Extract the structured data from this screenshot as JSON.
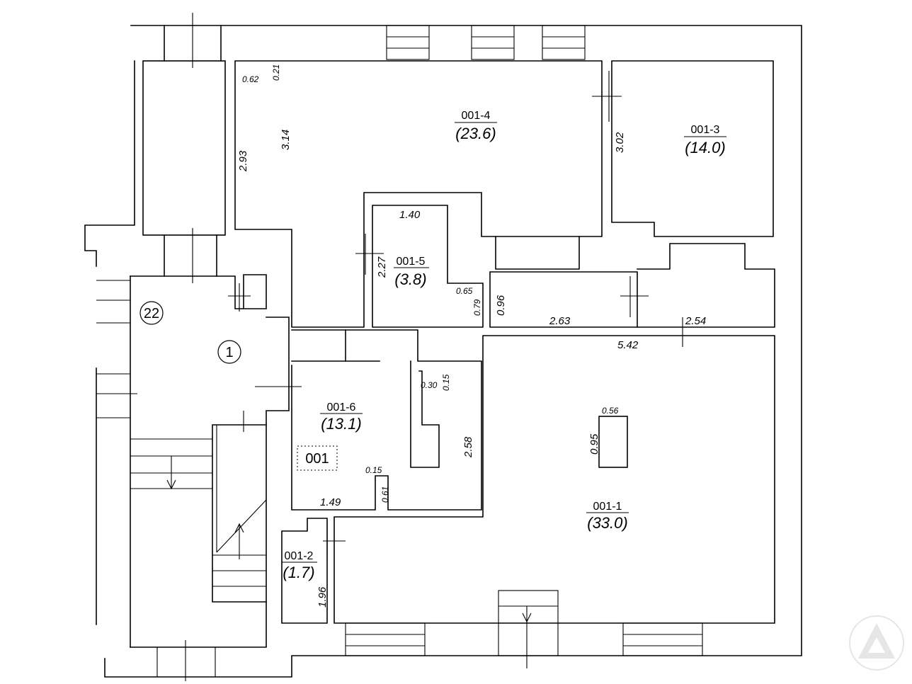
{
  "rooms": [
    {
      "id": "001-4",
      "area": "(23.6)"
    },
    {
      "id": "001-3",
      "area": "(14.0)"
    },
    {
      "id": "001-5",
      "area": "(3.8)"
    },
    {
      "id": "001-6",
      "area": "(13.1)"
    },
    {
      "id": "001-1",
      "area": "(33.0)"
    },
    {
      "id": "001-2",
      "area": "(1.7)"
    }
  ],
  "apartment_label": "001",
  "markers": {
    "stair_number": "22",
    "floor_number": "1"
  },
  "dimensions": {
    "d062": "0.62",
    "d021": "0.21",
    "d314": "3.14",
    "d293": "2.93",
    "d302": "3.02",
    "d140": "1.40",
    "d227": "2.27",
    "d065": "0.65",
    "d079": "0.79",
    "d096": "0.96",
    "d263": "2.63",
    "d254": "2.54",
    "d542": "5.42",
    "d030": "0.30",
    "d015a": "0.15",
    "d258": "2.58",
    "d056": "0.56",
    "d095": "0.95",
    "d015b": "0.15",
    "d061": "0.61",
    "d149": "1.49",
    "d196": "1.96"
  },
  "logo": {
    "name": "triangle-logo-icon",
    "color": "#e6e6e6"
  }
}
